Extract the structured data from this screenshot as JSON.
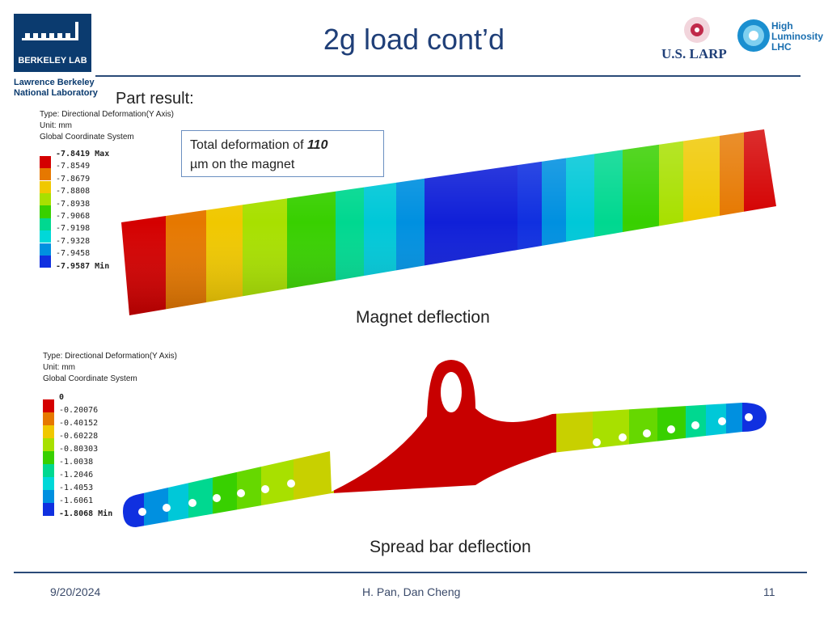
{
  "header": {
    "title": "2g load cont’d",
    "lab_logo_text": "BERKELEY LAB",
    "lab_name_line1": "Lawrence Berkeley",
    "lab_name_line2": "National Laboratory",
    "larp_text": "U.S. LARP",
    "hilumi_line1": "High",
    "hilumi_line2": "Luminosity",
    "hilumi_line3": "LHC"
  },
  "section_label": "Part result:",
  "callout": {
    "prefix": "Total deformation of ",
    "value": "110",
    "suffix": "µm on the magnet"
  },
  "magnet_legend": {
    "type": "Type: Directional Deformation(Y Axis)",
    "unit": "Unit: mm",
    "system": "Global Coordinate System",
    "labels": [
      "-7.8419 Max",
      "-7.8549",
      "-7.8679",
      "-7.8808",
      "-7.8938",
      "-7.9068",
      "-7.9198",
      "-7.9328",
      "-7.9458",
      "-7.9587 Min"
    ],
    "colors": [
      "#d40000",
      "#e67800",
      "#f0c800",
      "#a8e000",
      "#38d000",
      "#00d890",
      "#00d8d8",
      "#0090e0",
      "#1030e0"
    ]
  },
  "spread_legend": {
    "type": "Type: Directional Deformation(Y Axis)",
    "unit": "Unit: mm",
    "system": "Global Coordinate System",
    "labels": [
      "0",
      "-0.20076",
      "-0.40152",
      "-0.60228",
      "-0.80303",
      "-1.0038",
      "-1.2046",
      "-1.4053",
      "-1.6061",
      "-1.8068 Min"
    ],
    "colors": [
      "#d40000",
      "#e67800",
      "#f0c800",
      "#a8e000",
      "#38d000",
      "#00d890",
      "#00d8d8",
      "#0090e0",
      "#1030e0"
    ]
  },
  "captions": {
    "magnet": "Magnet deflection",
    "spread_bar": "Spread bar deflection"
  },
  "footer": {
    "date": "9/20/2024",
    "authors": "H. Pan, Dan Cheng",
    "page": "11"
  }
}
